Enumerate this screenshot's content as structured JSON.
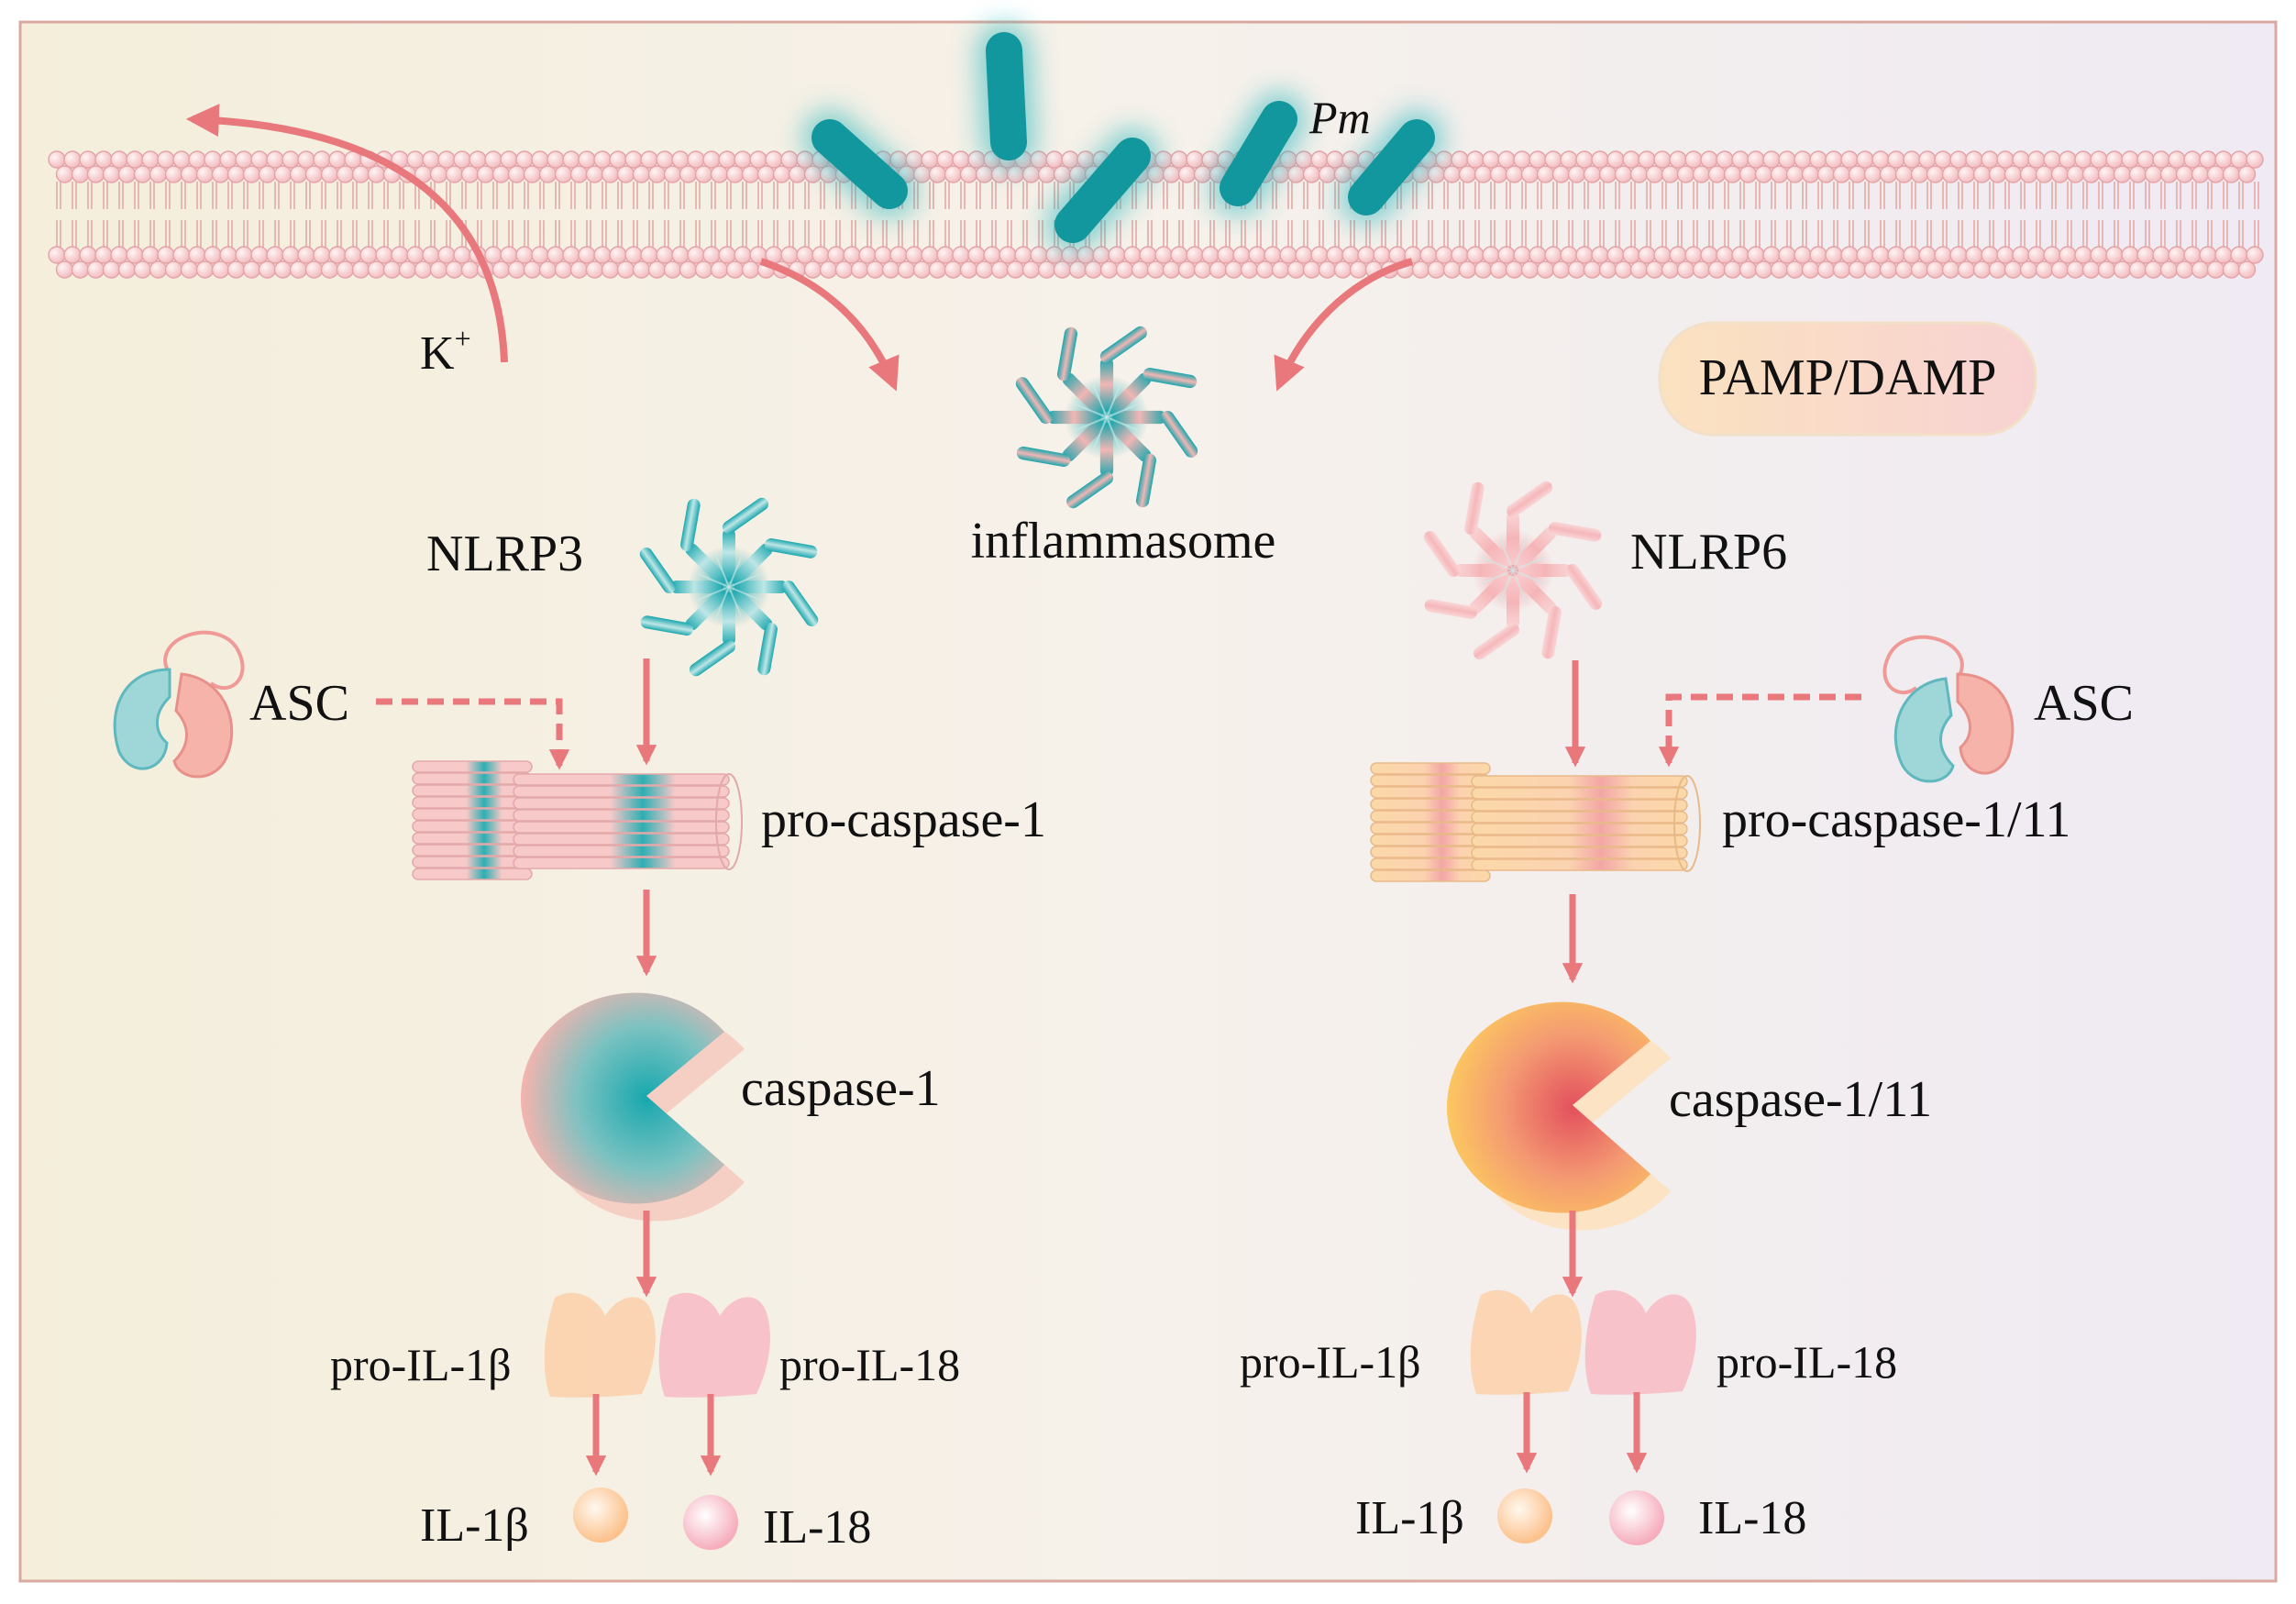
{
  "membrane_labels": {
    "pathogen": "Pm",
    "ion": "K",
    "ion_charge": "+"
  },
  "badge": {
    "text": "PAMP/DAMP"
  },
  "center": {
    "label": "inflammasome"
  },
  "left": {
    "receptor": "NLRP3",
    "adaptor": "ASC",
    "procaspase": "pro-caspase-1",
    "caspase": "caspase-1",
    "pro_il1b": "pro-IL-1β",
    "pro_il18": "pro-IL-18",
    "il1b": "IL-1β",
    "il18": "IL-18"
  },
  "right": {
    "receptor": "NLRP6",
    "adaptor": "ASC",
    "procaspase": "pro-caspase-1/11",
    "caspase": "caspase-1/11",
    "pro_il1b": "pro-IL-1β",
    "pro_il18": "pro-IL-18",
    "il1b": "IL-1β",
    "il18": "IL-18"
  },
  "colors": {
    "teal": "#1aa7ae",
    "pink": "#f4b6b8",
    "arrow": "#e8787c",
    "orange": "#fbc55e",
    "cream": "#fde2c4"
  }
}
